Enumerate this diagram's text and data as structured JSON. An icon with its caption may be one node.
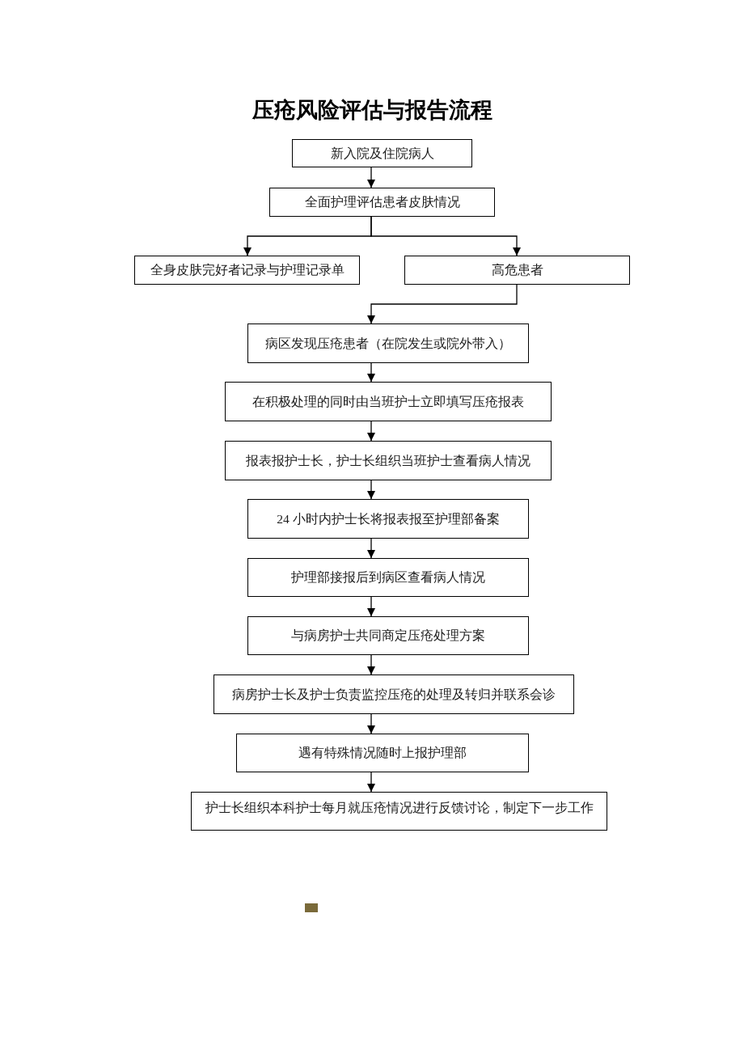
{
  "diagram": {
    "title": "压疮风险评估与报告流程",
    "nodes": [
      {
        "text": [
          "新入院及住院病人"
        ]
      },
      {
        "text": [
          "全面护理评估患者皮肤情况"
        ]
      },
      {
        "text": [
          "全身皮肤完好者记录与护理记录单"
        ]
      },
      {
        "text": [
          "高危患者"
        ]
      },
      {
        "text": [
          "病区发现压疮患者（在院发生或院外带入）"
        ]
      },
      {
        "text": [
          "在积极处理的同时由当班护士立即填写压疮报表"
        ]
      },
      {
        "text": [
          "报表报护士长，护士长组织当班护士查看病人情况"
        ]
      },
      {
        "text": [
          "24 小时内护士长将报表报至护理部备案"
        ]
      },
      {
        "text": [
          "护理部接报后到病区查看病人情况"
        ]
      },
      {
        "text": [
          "与病房护士共同商定压疮处理方案"
        ]
      },
      {
        "text": [
          "病房护士长及护士负责监控压疮的处理及转归并联系会诊"
        ]
      },
      {
        "text": [
          "遇有特殊情况随时上报护理部"
        ]
      },
      {
        "text": [
          "护士长组织本科护士每月就压疮情况进行反馈讨论，制定下一步工作"
        ]
      }
    ],
    "edges": [
      {
        "from": 0,
        "to": 1,
        "arrow": "to"
      },
      {
        "from": 1,
        "to": 2,
        "arrow": "to"
      },
      {
        "from": 1,
        "to": 3,
        "arrow": "to"
      },
      {
        "from": 3,
        "to": 4,
        "arrow": "to"
      },
      {
        "from": 4,
        "to": 5,
        "arrow": "to"
      },
      {
        "from": 5,
        "to": 6,
        "arrow": "to"
      },
      {
        "from": 6,
        "to": 7,
        "arrow": "to"
      },
      {
        "from": 7,
        "to": 8,
        "arrow": "to"
      },
      {
        "from": 8,
        "to": 9,
        "arrow": "to"
      },
      {
        "from": 9,
        "to": 10,
        "arrow": "to"
      },
      {
        "from": 10,
        "to": 11,
        "arrow": "to"
      },
      {
        "from": 11,
        "to": 12,
        "arrow": "to"
      }
    ]
  }
}
